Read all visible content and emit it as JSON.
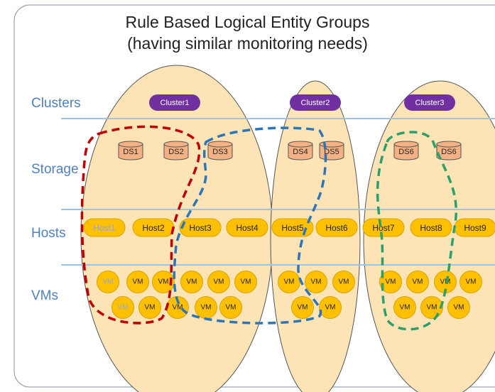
{
  "title": {
    "line1": "Rule Based Logical Entity Groups",
    "line2": "(having similar monitoring needs)"
  },
  "row_labels": {
    "clusters": "Clusters",
    "storage": "Storage",
    "hosts": "Hosts",
    "vms": "VMs"
  },
  "clusters": [
    "Cluster1",
    "Cluster2",
    "Cluster3"
  ],
  "datastores": [
    "DS1",
    "DS2",
    "DS3",
    "DS4",
    "DS5",
    "DS6",
    "DS6"
  ],
  "hosts": [
    "Host1",
    "Host2",
    "Host3",
    "Host4",
    "Host5",
    "Host6",
    "Host7",
    "Host8",
    "Host9"
  ],
  "vm_label": "VM",
  "colors": {
    "cluster_fill": "#7030a0",
    "ellipse_fill": "#fce4b6",
    "host_fill": "#ffc000",
    "ds_fill": "#f4b183",
    "vm_fill": "#ffc000",
    "label_blue": "#4f81bd",
    "line_blue": "#9dc3e6",
    "group_red": "#c00000",
    "group_blue": "#2e75b6",
    "group_green": "#2e9e6b",
    "dim_text": "#8faadc"
  }
}
